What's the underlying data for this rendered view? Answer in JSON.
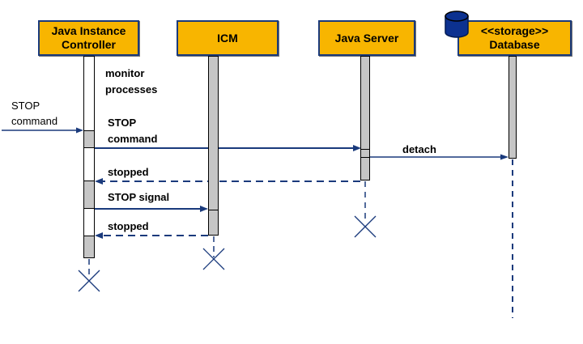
{
  "colors": {
    "background": "#FFFFFF",
    "box_fill": "#F8B500",
    "box_border": "#1A3A7C",
    "line": "#1A3A7C",
    "activation_fill": "#C6C6C6",
    "activation_border": "#000000",
    "label_text": "#000000",
    "db_icon": "#0C3190"
  },
  "diagram_type": "uml-sequence-diagram",
  "lifelines": [
    {
      "id": "controller",
      "lines": [
        "Java Instance",
        "Controller"
      ],
      "destroyed": true
    },
    {
      "id": "icm",
      "lines": [
        "ICM"
      ],
      "destroyed": true
    },
    {
      "id": "java-server",
      "lines": [
        "Java Server"
      ],
      "destroyed": true
    },
    {
      "id": "database",
      "lines": [
        "<<storage>>",
        "Database"
      ],
      "icon": "database-cylinder-icon",
      "destroyed": false
    }
  ],
  "messages": [
    {
      "id": "stop-command-external",
      "lines": [
        "STOP",
        "command"
      ],
      "type": "sync",
      "from": "external",
      "to": "controller"
    },
    {
      "id": "monitor-processes",
      "lines": [
        "monitor",
        "processes"
      ],
      "type": "activity-label",
      "on": "controller"
    },
    {
      "id": "stop-command",
      "lines": [
        "STOP",
        "command"
      ],
      "type": "sync",
      "from": "controller",
      "to": "java-server"
    },
    {
      "id": "detach",
      "lines": [
        "detach"
      ],
      "type": "sync",
      "from": "java-server",
      "to": "database"
    },
    {
      "id": "stopped-1",
      "lines": [
        "stopped"
      ],
      "type": "return",
      "from": "java-server",
      "to": "controller"
    },
    {
      "id": "stop-signal",
      "lines": [
        "STOP signal"
      ],
      "type": "sync",
      "from": "controller",
      "to": "icm"
    },
    {
      "id": "stopped-2",
      "lines": [
        "stopped"
      ],
      "type": "return",
      "from": "icm",
      "to": "controller"
    }
  ]
}
